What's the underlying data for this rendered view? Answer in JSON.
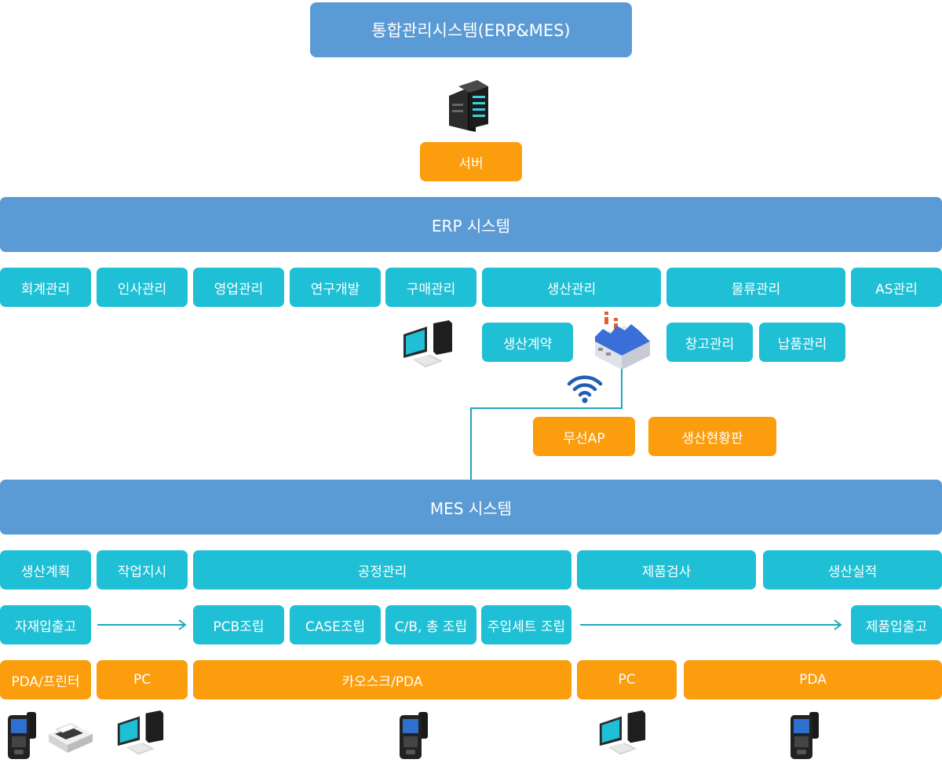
{
  "header": {
    "title": "통합관리시스템(ERP&MES)"
  },
  "server": {
    "label": "서버"
  },
  "erp": {
    "title": "ERP 시스템",
    "modules": [
      "회계관리",
      "인사관리",
      "영업관리",
      "연구개발",
      "구매관리",
      "생산관리",
      "물류관리",
      "AS관리"
    ],
    "production_sub": [
      "생산계약"
    ],
    "logistics_sub": [
      "창고관리",
      "납품관리"
    ],
    "devices": [
      "무선AP",
      "생산현황판"
    ]
  },
  "mes": {
    "title": "MES 시스템",
    "modules": [
      "생산계획",
      "작업지시",
      "공정관리",
      "제품검사",
      "생산실적"
    ],
    "processes": [
      "자재입출고",
      "PCB조립",
      "CASE조립",
      "C/B, 총 조립",
      "주입세트 조립",
      "제품입출고"
    ],
    "equipment": [
      "PDA/프린터",
      "PC",
      "카오스크/PDA",
      "PC",
      "PDA"
    ]
  },
  "colors": {
    "blue": "#5b9bd5",
    "teal": "#1fc0d5",
    "orange": "#fb9d0c",
    "connector": "#1fa7bd"
  }
}
